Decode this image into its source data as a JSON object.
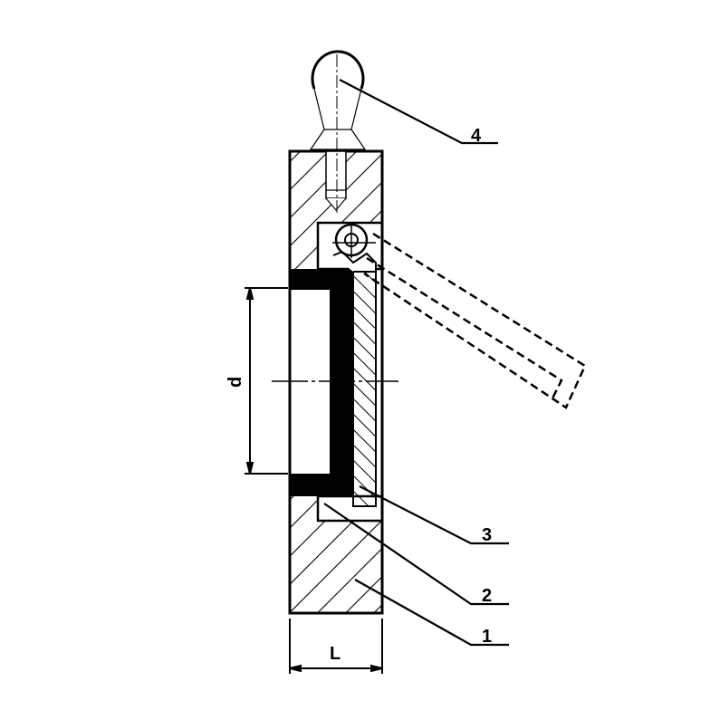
{
  "drawing": {
    "part_labels": [
      "1",
      "2",
      "3",
      "4"
    ],
    "dimension_labels": {
      "diameter": "d",
      "length": "L"
    },
    "colors": {
      "line": "#000000",
      "background": "#ffffff"
    }
  }
}
